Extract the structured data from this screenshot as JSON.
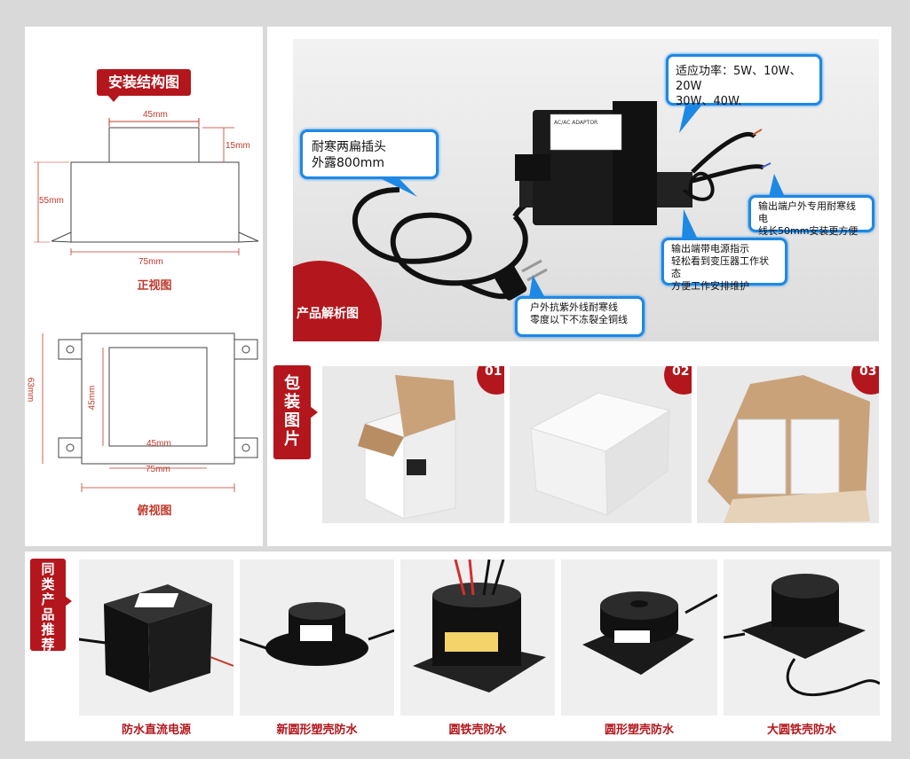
{
  "structure": {
    "title": "安装结构图",
    "front_view": {
      "caption": "正视图",
      "top_width": "45mm",
      "top_height": "15mm",
      "total_height": "55mm",
      "base_width": "75mm"
    },
    "top_view": {
      "caption": "俯视图",
      "total_depth": "63mm",
      "inner_depth": "45mm",
      "inner_width": "45mm",
      "base_width": "75mm"
    }
  },
  "analysis": {
    "label": "产品解析图",
    "callouts": {
      "power": "适应功率：5W、10W、20W\n30W、40W.",
      "plug": "耐寒两扁插头\n外露800mm",
      "output_line": "输出端户外专用耐寒线电\n线长50mm安装更方便",
      "indicator": "输出端带电源指示\n轻松看到变压器工作状态\n方便工作安排维护",
      "cable": "户外抗紫外线耐寒线\n零度以下不冻裂全铜线"
    },
    "transformer_text": "AC/AC ADAPTOR"
  },
  "packaging": {
    "label": "包装图片",
    "badges": [
      "01",
      "02",
      "03"
    ]
  },
  "recommend": {
    "label": "同类产品推荐",
    "items": [
      {
        "name": "防水直流电源"
      },
      {
        "name": "新圆形塑壳防水"
      },
      {
        "name": "圆铁壳防水"
      },
      {
        "name": "圆形塑壳防水"
      },
      {
        "name": "大圆铁壳防水"
      }
    ]
  },
  "colors": {
    "accent_red": "#b3161c",
    "callout_blue": "#1e88e5",
    "dim_red": "#c0392b"
  }
}
